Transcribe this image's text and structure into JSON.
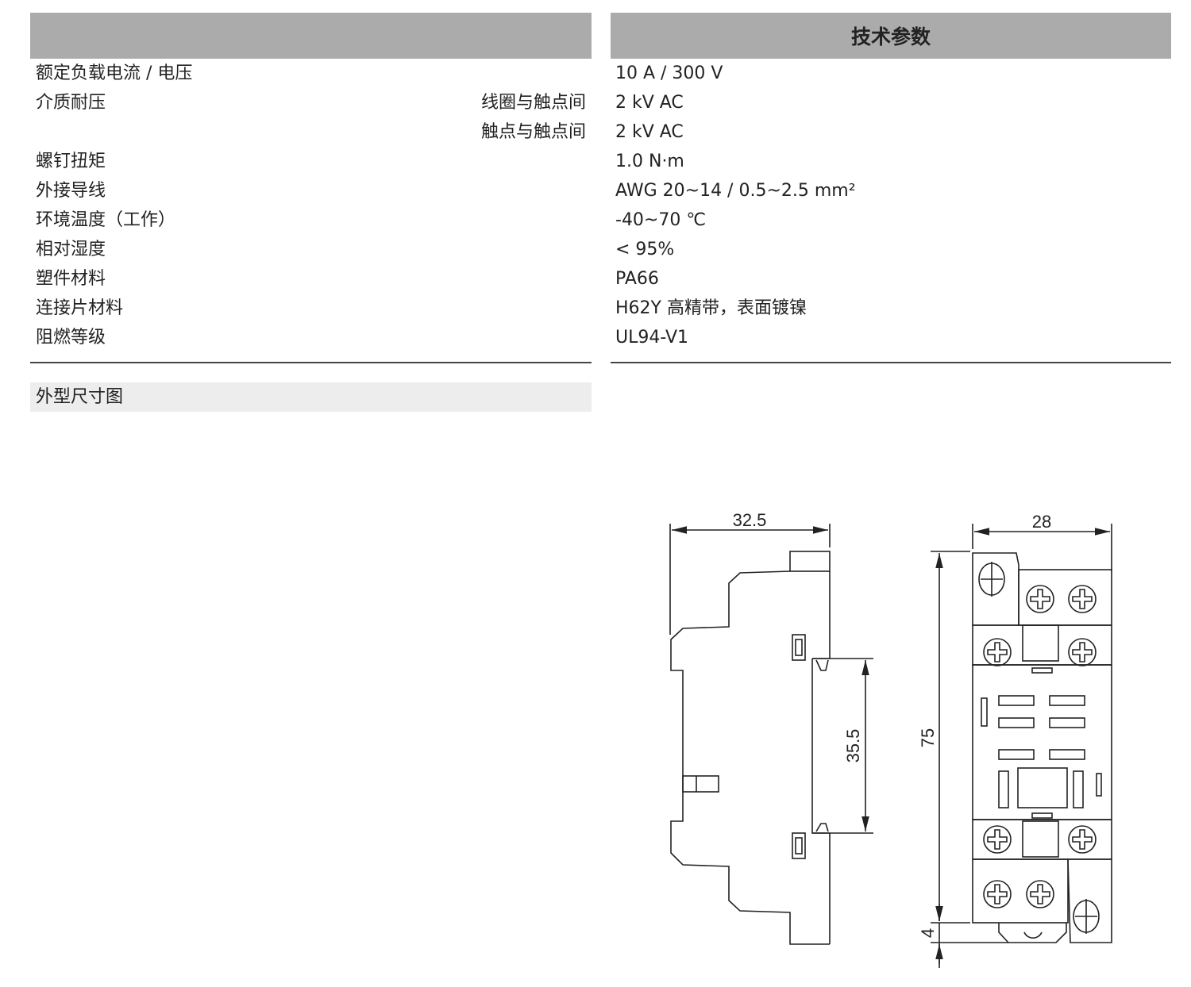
{
  "table": {
    "header": "技术参数",
    "rows": [
      {
        "label": "额定负载电流 / 电压",
        "sub": "",
        "value": "10 A / 300 V"
      },
      {
        "label": "介质耐压",
        "sub": "线圈与触点间",
        "value": "2 kV AC"
      },
      {
        "label": "",
        "sub": "触点与触点间",
        "value": "2 kV AC"
      },
      {
        "label": "螺钉扭矩",
        "sub": "",
        "value": "1.0 N·m"
      },
      {
        "label": "外接导线",
        "sub": "",
        "value": "AWG 20~14 / 0.5~2.5 mm²"
      },
      {
        "label": "环境温度（工作）",
        "sub": "",
        "value": "-40~70 ℃"
      },
      {
        "label": "相对湿度",
        "sub": "",
        "value": "< 95%"
      },
      {
        "label": "塑件材料",
        "sub": "",
        "value": "PA66"
      },
      {
        "label": "连接片材料",
        "sub": "",
        "value": "H62Y 高精带，表面镀镍"
      },
      {
        "label": "阻燃等级",
        "sub": "",
        "value": "UL94-V1"
      }
    ]
  },
  "section": {
    "title": "外型尺寸图"
  },
  "drawing": {
    "dim_side_width": "32.5",
    "dim_rail": "35.5",
    "dim_front_width": "28",
    "dim_height": "75",
    "dim_foot": "4"
  }
}
